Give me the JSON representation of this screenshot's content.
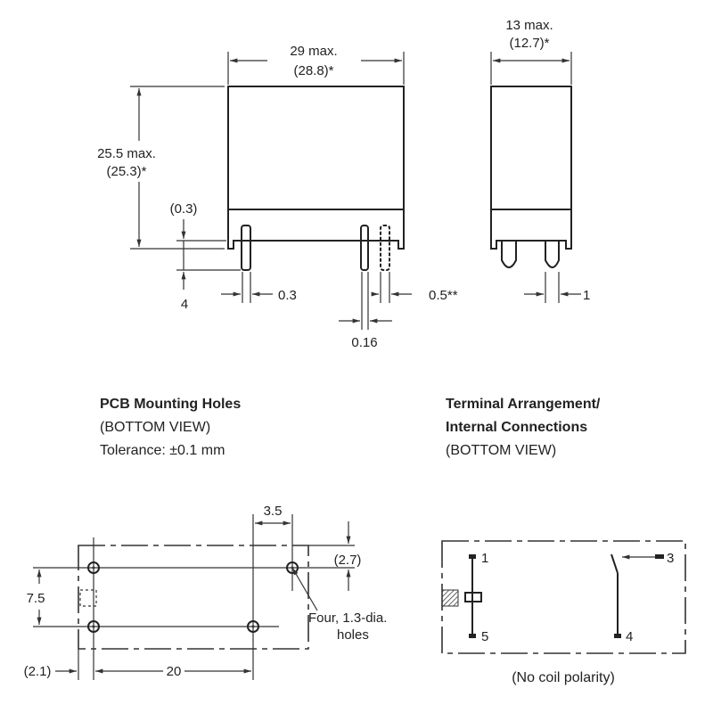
{
  "front_view": {
    "width_label": "29 max.",
    "width_ref": "(28.8)*",
    "height_label": "25.5 max.",
    "height_ref": "(25.3)*",
    "gap_label": "(0.3)",
    "pin_length": "4",
    "pin_thickness": "0.3",
    "pin_width": "0.5**",
    "pin_small": "0.16"
  },
  "side_view": {
    "depth_label": "13 max.",
    "depth_ref": "(12.7)*",
    "pin_width": "1"
  },
  "pcb": {
    "title": "PCB Mounting Holes",
    "view": "(BOTTOM VIEW)",
    "tolerance": "Tolerance: ±0.1 mm",
    "dim_top": "3.5",
    "dim_right": "(2.7)",
    "dim_left": "7.5",
    "dim_bottom_left": "(2.1)",
    "dim_bottom": "20",
    "hole_note_1": "Four, 1.3-dia.",
    "hole_note_2": "holes"
  },
  "terminal": {
    "title_1": "Terminal Arrangement/",
    "title_2": "Internal Connections",
    "view": "(BOTTOM VIEW)",
    "pins": [
      "1",
      "5",
      "3",
      "4"
    ],
    "note": "(No coil polarity)"
  }
}
